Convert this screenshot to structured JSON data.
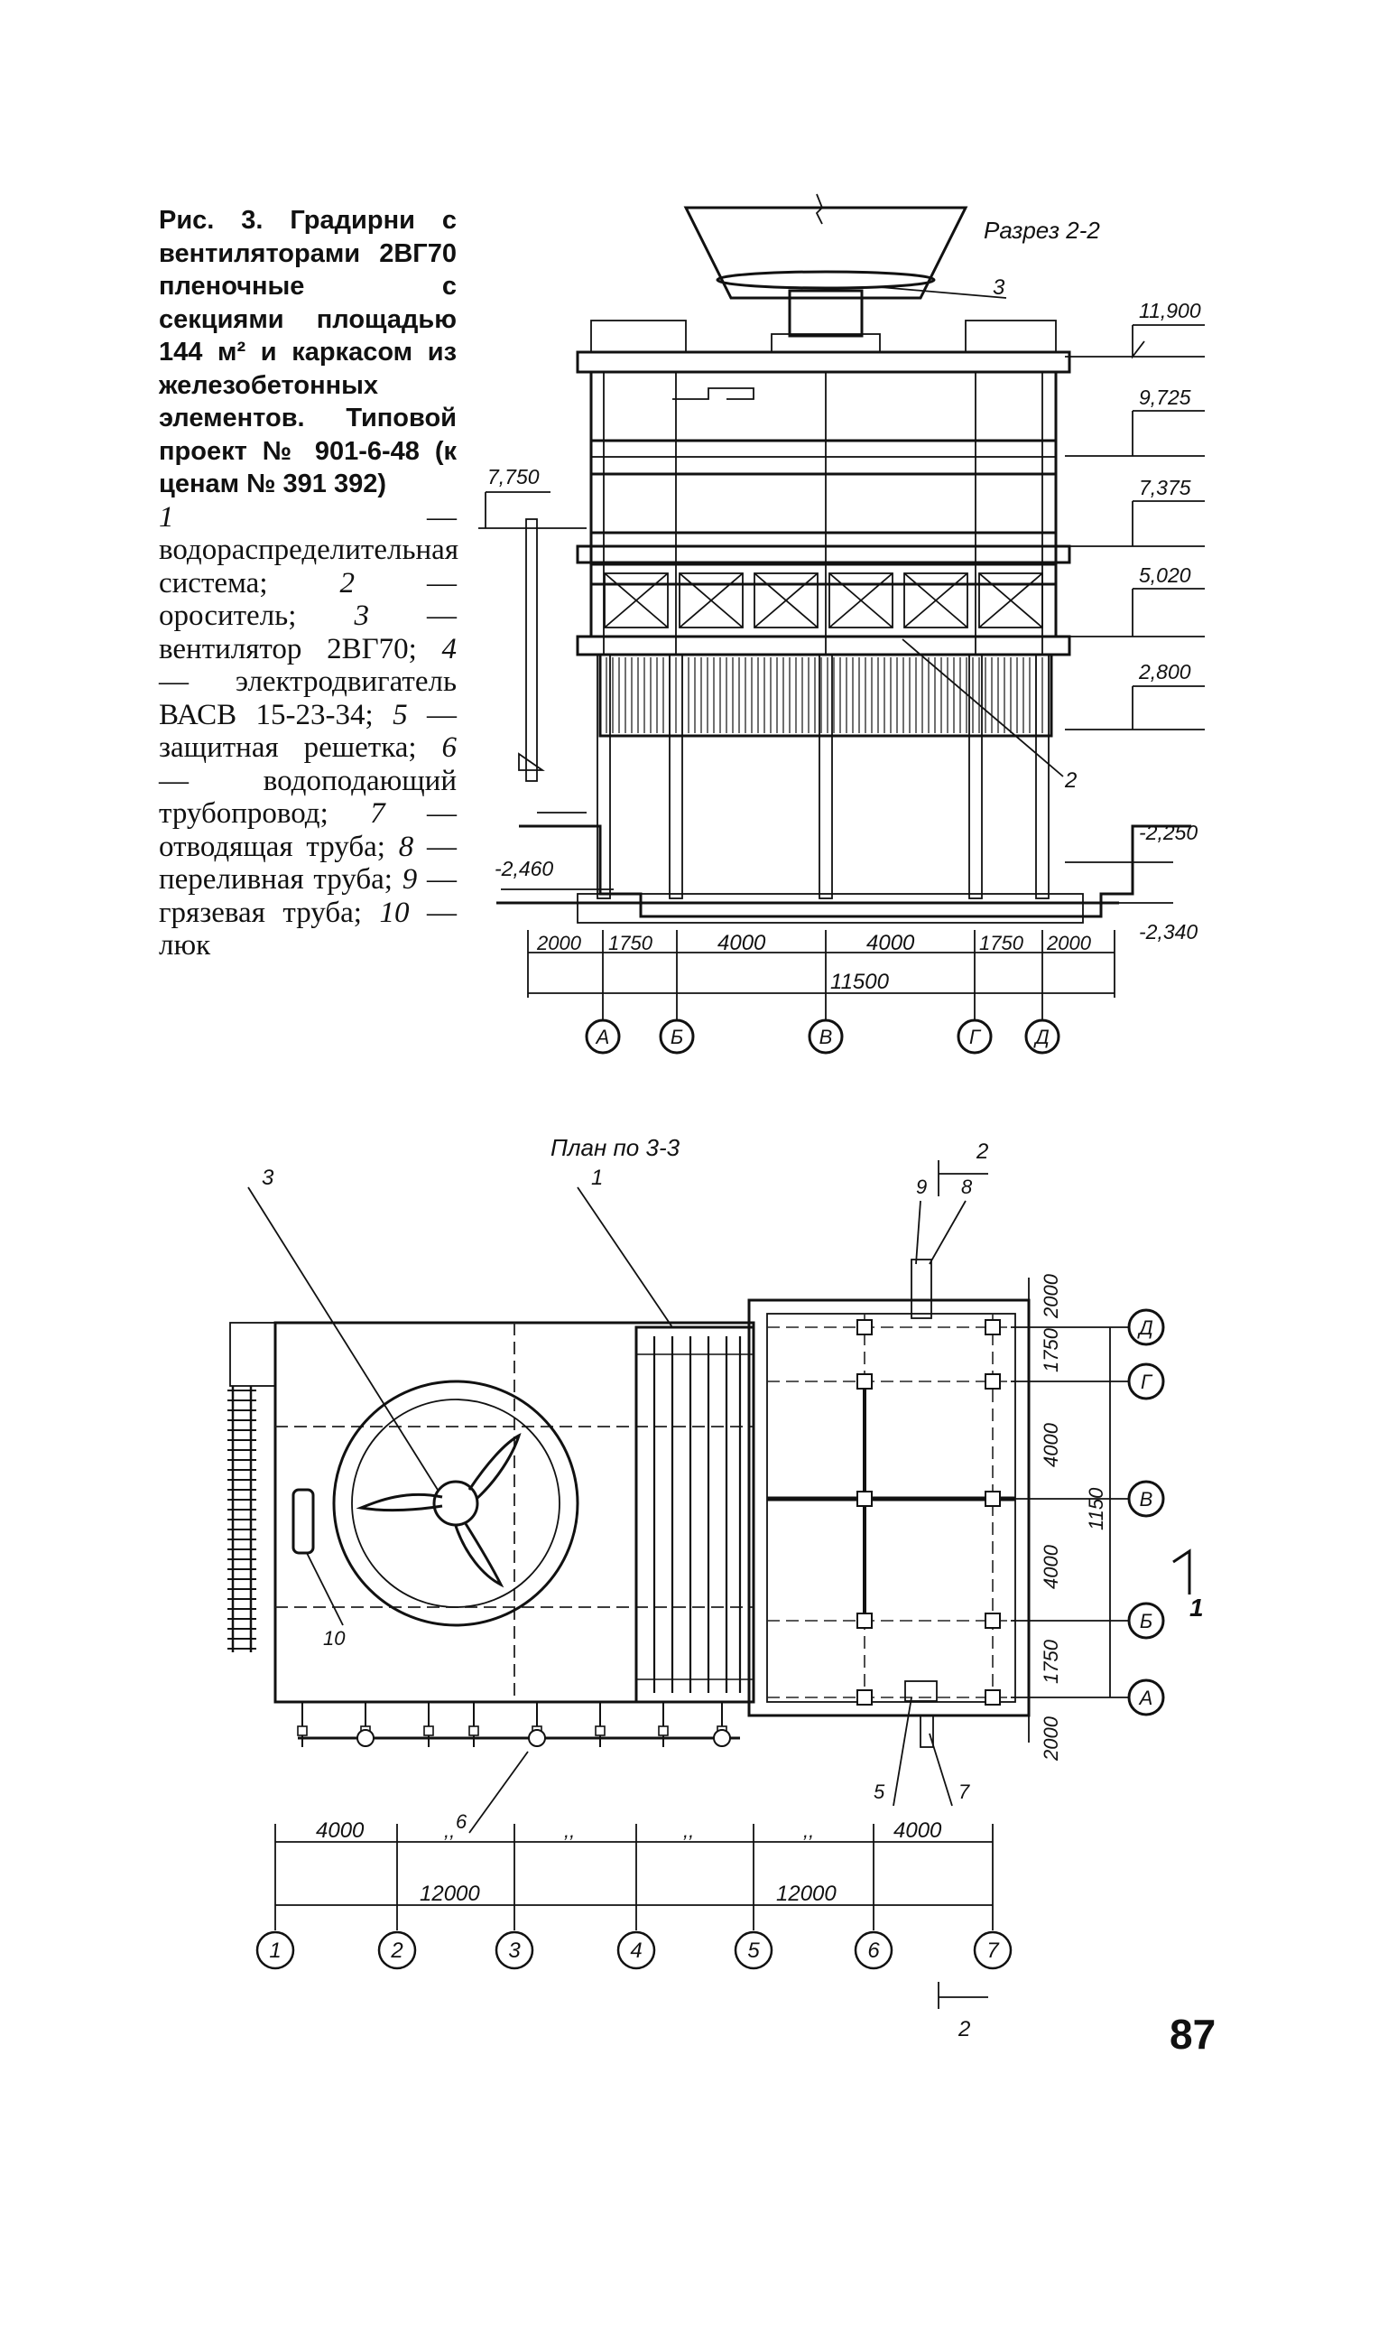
{
  "caption": {
    "title": "Рис. 3. Градирни с вентиляторами 2ВГ70 пленочные с секциями площадью 144 м² и каркасом из железобетонных элементов. Типовой проект № 901-6-48 (к ценам № 391 392)",
    "legend": [
      {
        "num": "1",
        "text": "водораспределительная система;"
      },
      {
        "num": "2",
        "text": "ороситель;"
      },
      {
        "num": "3",
        "text": "вентилятор 2ВГ70;"
      },
      {
        "num": "4",
        "text": "электродвигатель ВАСВ 15-23-34;"
      },
      {
        "num": "5",
        "text": "защитная решетка;"
      },
      {
        "num": "6",
        "text": "водоподающий трубопровод;"
      },
      {
        "num": "7",
        "text": "отводящая труба;"
      },
      {
        "num": "8",
        "text": "переливная труба;"
      },
      {
        "num": "9",
        "text": "грязевая труба;"
      },
      {
        "num": "10",
        "text": "люк"
      }
    ]
  },
  "section": {
    "title": "Разрез 2-2",
    "callout_3": "3",
    "callout_2": "2",
    "elevations": {
      "e11900": "11,900",
      "e9725": "9,725",
      "e7375": "7,375",
      "e5020": "5,020",
      "e2800": "2,800",
      "e7750": "7,750",
      "em2250": "-2,250",
      "em2460": "-2,460",
      "em2340": "-2,340"
    },
    "dims": [
      "2000",
      "1750",
      "4000",
      "4000",
      "1750",
      "2000"
    ],
    "total_dim": "11500",
    "axes": [
      "А",
      "Б",
      "В",
      "Г",
      "Д"
    ]
  },
  "plan": {
    "title": "План по 3-3",
    "cut_mark_top": "2",
    "cut_mark_bottom": "2",
    "view_mark": "1",
    "callouts": {
      "c3": "3",
      "c1": "1",
      "c9": "9",
      "c8": "8",
      "c10": "10",
      "c6": "6",
      "c5": "5",
      "c7": "7"
    },
    "right_dims": [
      "2000",
      "1750",
      "4000",
      "4000",
      "1750",
      "2000"
    ],
    "right_total": "1150",
    "bottom_dims": [
      "4000",
      ",,",
      ",,",
      ",,",
      ",,",
      "4000"
    ],
    "bottom_totals": [
      "12000",
      "12000"
    ],
    "row_axes": [
      "Д",
      "Г",
      "В",
      "Б",
      "А"
    ],
    "col_axes": [
      "1",
      "2",
      "3",
      "4",
      "5",
      "6",
      "7"
    ]
  },
  "page_number": "87"
}
